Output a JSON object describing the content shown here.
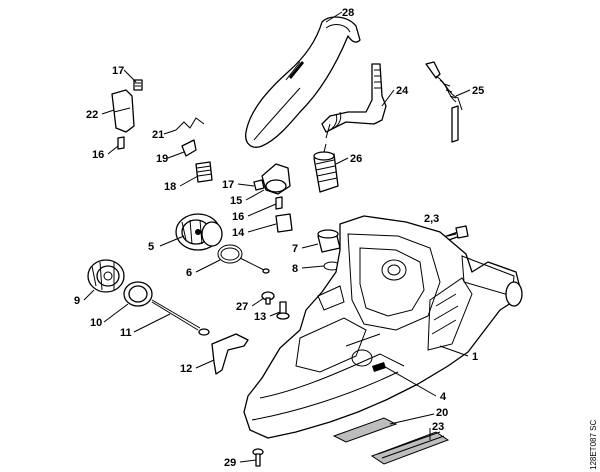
{
  "diagram": {
    "drawing_code": "128ET087 SC",
    "callouts": [
      {
        "id": "c1",
        "text": "1"
      },
      {
        "id": "c2",
        "text": "2,3"
      },
      {
        "id": "c4",
        "text": "4"
      },
      {
        "id": "c5",
        "text": "5"
      },
      {
        "id": "c6",
        "text": "6"
      },
      {
        "id": "c7",
        "text": "7"
      },
      {
        "id": "c8",
        "text": "8"
      },
      {
        "id": "c9",
        "text": "9"
      },
      {
        "id": "c10",
        "text": "10"
      },
      {
        "id": "c11",
        "text": "11"
      },
      {
        "id": "c12",
        "text": "12"
      },
      {
        "id": "c13",
        "text": "13"
      },
      {
        "id": "c14",
        "text": "14"
      },
      {
        "id": "c15",
        "text": "15"
      },
      {
        "id": "c16a",
        "text": "16"
      },
      {
        "id": "c16b",
        "text": "16"
      },
      {
        "id": "c17a",
        "text": "17"
      },
      {
        "id": "c17b",
        "text": "17"
      },
      {
        "id": "c18",
        "text": "18"
      },
      {
        "id": "c19",
        "text": "19"
      },
      {
        "id": "c20",
        "text": "20"
      },
      {
        "id": "c21",
        "text": "21"
      },
      {
        "id": "c22",
        "text": "22"
      },
      {
        "id": "c23",
        "text": "23"
      },
      {
        "id": "c24",
        "text": "24"
      },
      {
        "id": "c25",
        "text": "25"
      },
      {
        "id": "c26",
        "text": "26"
      },
      {
        "id": "c27",
        "text": "27"
      },
      {
        "id": "c28",
        "text": "28"
      },
      {
        "id": "c29",
        "text": "29"
      }
    ]
  }
}
